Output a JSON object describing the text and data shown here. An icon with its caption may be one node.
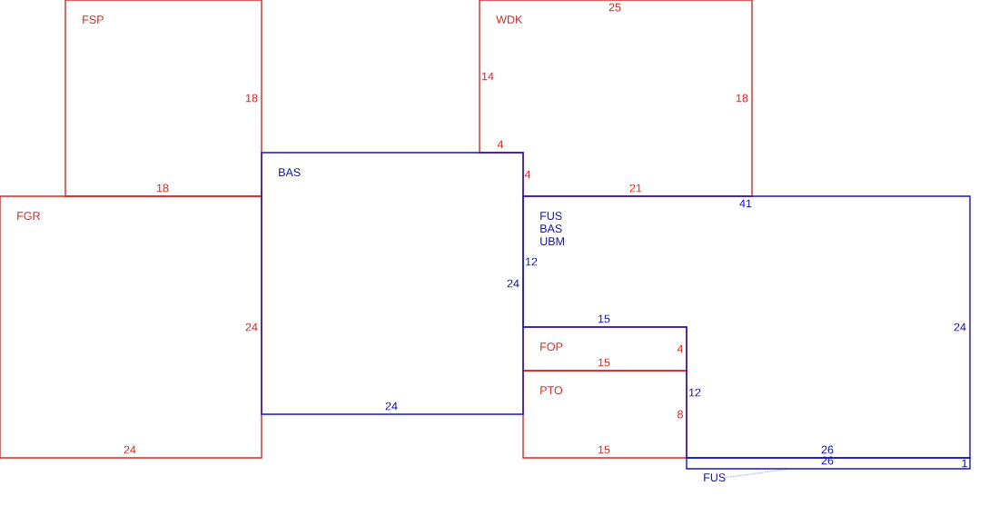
{
  "diagram": {
    "nodes": [
      {
        "text": [
          "FSP"
        ]
      },
      {
        "text": [
          "WDK"
        ]
      },
      {
        "text": [
          "BAS"
        ]
      },
      {
        "text": [
          "FGR"
        ]
      },
      {
        "text": [
          "FUS",
          "BAS",
          "UBM"
        ]
      },
      {
        "text": [
          "FOP"
        ]
      },
      {
        "text": [
          "PTO"
        ]
      },
      {
        "text": [],
        "shape": "box"
      },
      {
        "text": [
          "FUS"
        ]
      }
    ],
    "edges": [
      {
        "from": 8,
        "to": 7,
        "arrow": "none",
        "style": "dashed"
      }
    ],
    "labels": [
      "25",
      "18",
      "14",
      "18",
      "4",
      "4",
      "18",
      "21",
      "41",
      "12",
      "24",
      "24",
      "15",
      "24",
      "4",
      "15",
      "12",
      "24",
      "8",
      "24",
      "15",
      "26",
      "26",
      "1"
    ]
  }
}
